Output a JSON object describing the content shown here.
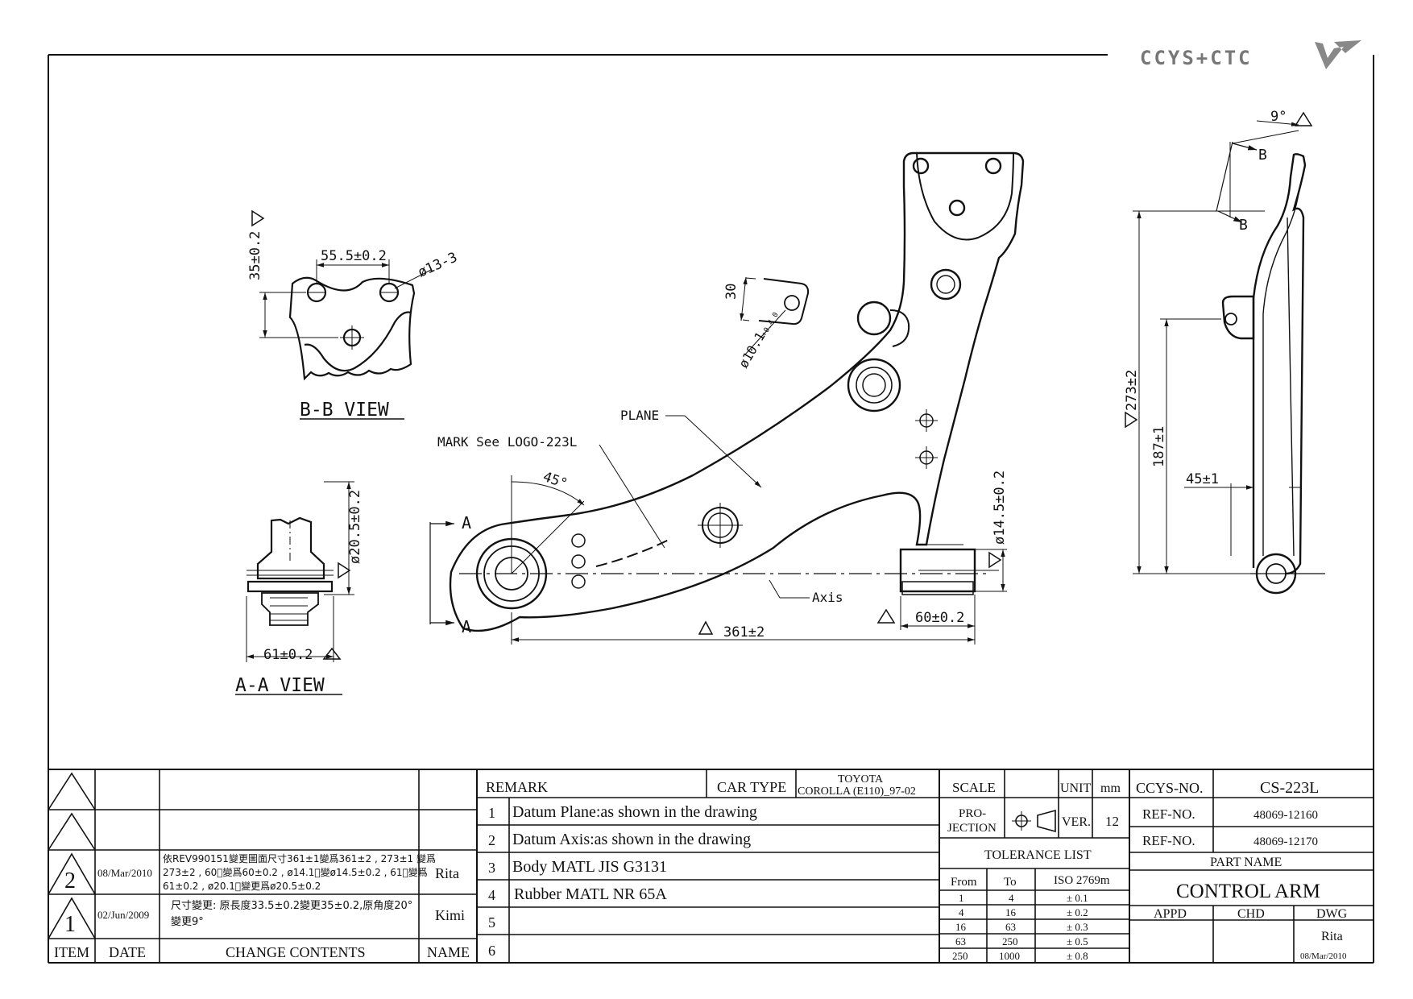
{
  "brand": {
    "logo_text": "CCYS+CTC"
  },
  "views": {
    "bb": {
      "title": "B-B VIEW",
      "dim_height": "35±0.2",
      "dim_spacing": "55.5±0.2",
      "dim_hole": "ø13-3",
      "rev_mark": "2"
    },
    "aa": {
      "title": "A-A VIEW",
      "dim_dia": "ø20.5±0.2",
      "dim_width": "61±0.2",
      "rev_mark": "2"
    },
    "main": {
      "dim_30": "30",
      "dim_hole": "ø10.1",
      "dim_hole_tol": "+0.4 0",
      "angle": "45°",
      "label_plane": "PLANE",
      "label_mark": "MARK See LOGO-223L",
      "label_axis": "Axis",
      "section_a": "A",
      "dim_length": "361±2",
      "dim_bush_dia": "ø14.5±0.2",
      "dim_bush_width": "60±0.2",
      "rev_mark": "2"
    },
    "side": {
      "angle": "9°",
      "section_b": "B",
      "dim_273": "273±2",
      "dim_187": "187±1",
      "dim_45": "45±1",
      "rev_mark": "2"
    }
  },
  "revisions": {
    "header": {
      "item": "ITEM",
      "date": "DATE",
      "contents": "CHANGE CONTENTS",
      "name": "NAME"
    },
    "rows": [
      {
        "item": "2",
        "date": "08/Mar/2010",
        "contents": [
          "依REV990151變更圖面尺寸361±1變爲361±2 , 273±1 變爲",
          "273±2 , 60ᷡ變爲60±0.2 , ø14.1ᷡ變ø14.5±0.2 , 61ᷡ變爲",
          "61±0.2 , ø20.1ᷡ變更爲ø20.5±0.2"
        ],
        "name": "Rita"
      },
      {
        "item": "1",
        "date": "02/Jun/2009",
        "contents": [
          "尺寸變更: 原長度33.5±0.2變更35±0.2,原角度20°",
          "變更9°"
        ],
        "name": "Kimi"
      }
    ]
  },
  "remarks": {
    "header": "REMARK",
    "car_type_label": "CAR TYPE",
    "car_type_value_1": "TOYOTA",
    "car_type_value_2": "COROLLA (E110)_97-02",
    "items": [
      {
        "num": "1",
        "text": "Datum Plane:as shown in the drawing"
      },
      {
        "num": "2",
        "text": "Datum Axis:as shown in the drawing"
      },
      {
        "num": "3",
        "text": "Body MATL JIS G3131"
      },
      {
        "num": "4",
        "text": "Rubber MATL NR 65A"
      },
      {
        "num": "5",
        "text": ""
      },
      {
        "num": "6",
        "text": ""
      }
    ]
  },
  "title_block": {
    "scale_label": "SCALE",
    "unit_label": "UNIT",
    "unit_value": "mm",
    "projection_label_1": "PRO-",
    "projection_label_2": "JECTION",
    "ver_label": "VER.",
    "ver_value": "12",
    "tolerance_title": "TOLERANCE LIST",
    "tolerance_header": {
      "from": "From",
      "to": "To",
      "std": "ISO 2769m"
    },
    "tolerance_rows": [
      {
        "from": "1",
        "to": "4",
        "tol": "± 0.1"
      },
      {
        "from": "4",
        "to": "16",
        "tol": "± 0.2"
      },
      {
        "from": "16",
        "to": "63",
        "tol": "± 0.3"
      },
      {
        "from": "63",
        "to": "250",
        "tol": "± 0.5"
      },
      {
        "from": "250",
        "to": "1000",
        "tol": "± 0.8"
      }
    ],
    "ccys_label": "CCYS-NO.",
    "ccys_value": "CS-223L",
    "ref1_label": "REF-NO.",
    "ref1_value": "48069-12160",
    "ref2_label": "REF-NO.",
    "ref2_value": "48069-12170",
    "part_name_label": "PART NAME",
    "part_name": "CONTROL ARM",
    "appd_label": "APPD",
    "chd_label": "CHD",
    "dwg_label": "DWG",
    "dwg_name": "Rita",
    "dwg_date": "08/Mar/2010"
  }
}
